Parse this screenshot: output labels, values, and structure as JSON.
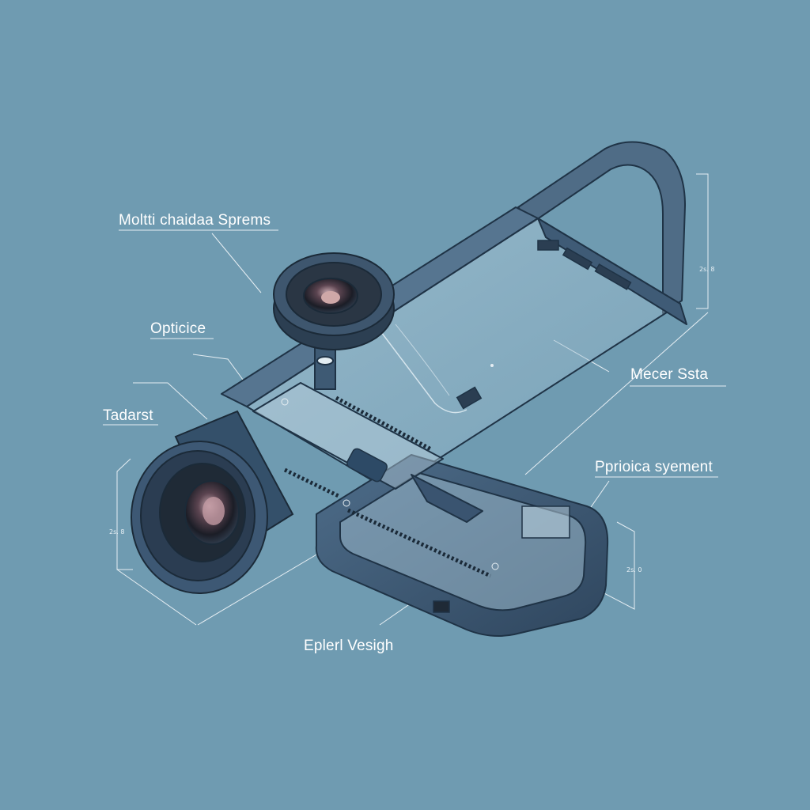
{
  "labels": {
    "multi_chamber": "Moltti chaidaa Sprems",
    "optic": "Opticice",
    "tadarst": "Tadarst",
    "mecer": "Mecer Ssta",
    "periodic": "Pprioica syement",
    "epilert": "Eplerl Vesigh"
  },
  "dimensions": {
    "right_top": "2s. 8",
    "left": "2s. 8",
    "right_bottom": "2s. 0"
  },
  "colors": {
    "background": "#6f9bb1",
    "outline": "#1f3346",
    "body_dark": "#3d5a76",
    "glass": "#a9c6d6",
    "leader": "#e6eef3"
  }
}
